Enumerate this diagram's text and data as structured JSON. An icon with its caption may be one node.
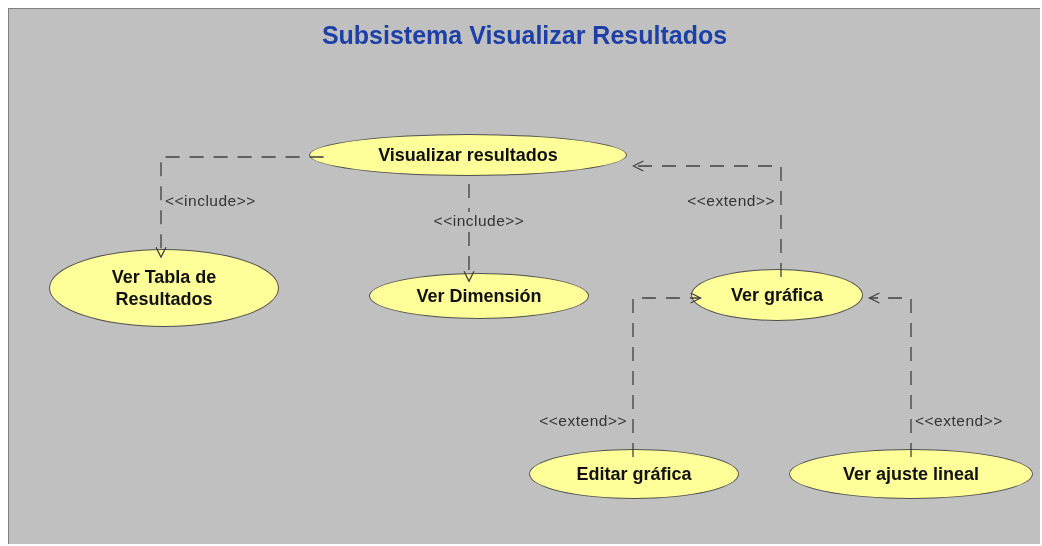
{
  "diagram": {
    "title": "Subsistema Visualizar Resultados",
    "nodes": [
      {
        "text": [
          "Visualizar resultados"
        ]
      },
      {
        "text": [
          "Ver Tabla de Resultados"
        ]
      },
      {
        "text": [
          "Ver Dimensión"
        ]
      },
      {
        "text": [
          "Ver gráfica"
        ]
      },
      {
        "text": [
          "Editar gráfica"
        ]
      },
      {
        "text": [
          "Ver ajuste lineal"
        ]
      }
    ],
    "edges": [
      {
        "from": 0,
        "to": 1,
        "arrow": "to",
        "label": "<<include>>",
        "style": "dashed"
      },
      {
        "from": 0,
        "to": 2,
        "arrow": "to",
        "label": "<<include>>",
        "style": "dashed"
      },
      {
        "from": 3,
        "to": 0,
        "arrow": "to",
        "label": "<<extend>>",
        "style": "dashed"
      },
      {
        "from": 4,
        "to": 3,
        "arrow": "to",
        "label": "<<extend>>",
        "style": "dashed"
      },
      {
        "from": 5,
        "to": 3,
        "arrow": "to",
        "label": "<<extend>>",
        "style": "dashed"
      }
    ]
  }
}
